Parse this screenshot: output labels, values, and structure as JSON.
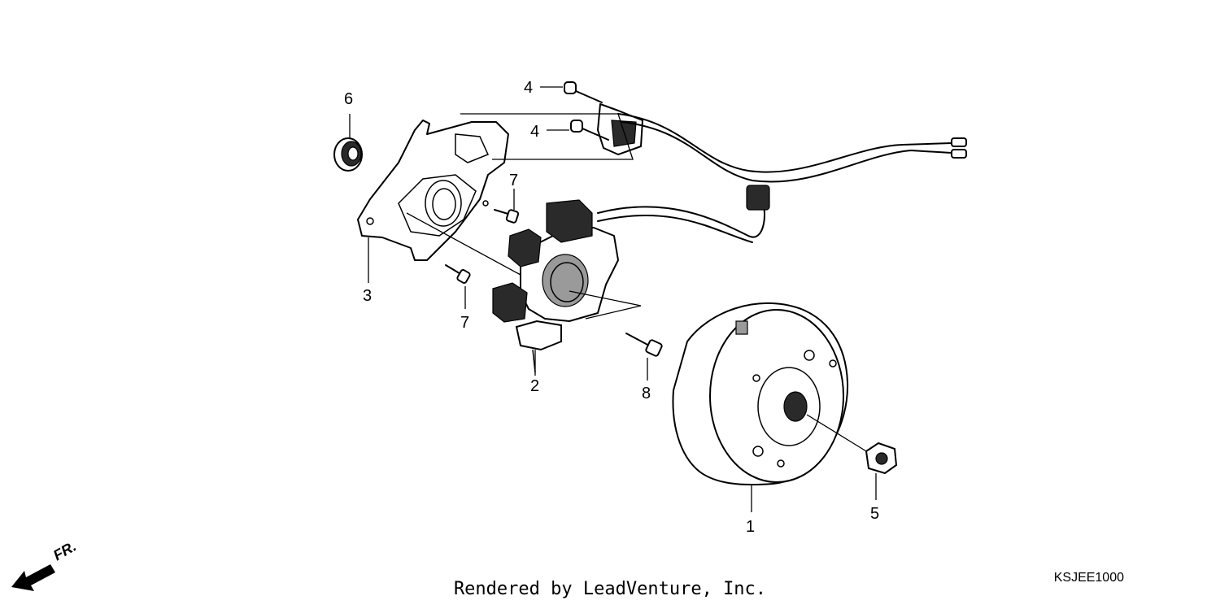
{
  "diagram": {
    "callouts": [
      {
        "id": "flywheel",
        "label": "1"
      },
      {
        "id": "stator",
        "label": "2"
      },
      {
        "id": "cover",
        "label": "3"
      },
      {
        "id": "bolt-upper",
        "label": "4"
      },
      {
        "id": "bolt-lower",
        "label": "4"
      },
      {
        "id": "nut",
        "label": "5"
      },
      {
        "id": "oil-seal",
        "label": "6"
      },
      {
        "id": "screw-upper",
        "label": "7"
      },
      {
        "id": "screw-lower",
        "label": "7"
      },
      {
        "id": "flange-bolt",
        "label": "8"
      }
    ],
    "direction_label": "FR.",
    "diagram_code": "KSJEE1000"
  },
  "footer": {
    "credit": "Rendered by LeadVenture, Inc."
  }
}
